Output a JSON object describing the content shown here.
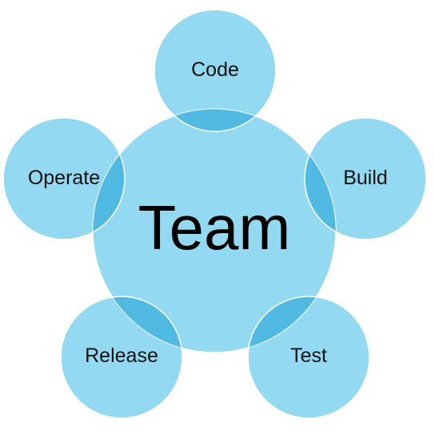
{
  "diagram": {
    "center": {
      "label": "Team"
    },
    "nodes": [
      {
        "label": "Code"
      },
      {
        "label": "Build"
      },
      {
        "label": "Test"
      },
      {
        "label": "Release"
      },
      {
        "label": "Operate"
      }
    ],
    "colors": {
      "fill": "#7fd2ef",
      "overlap": "#4bb8e3",
      "text": "#111111"
    }
  }
}
